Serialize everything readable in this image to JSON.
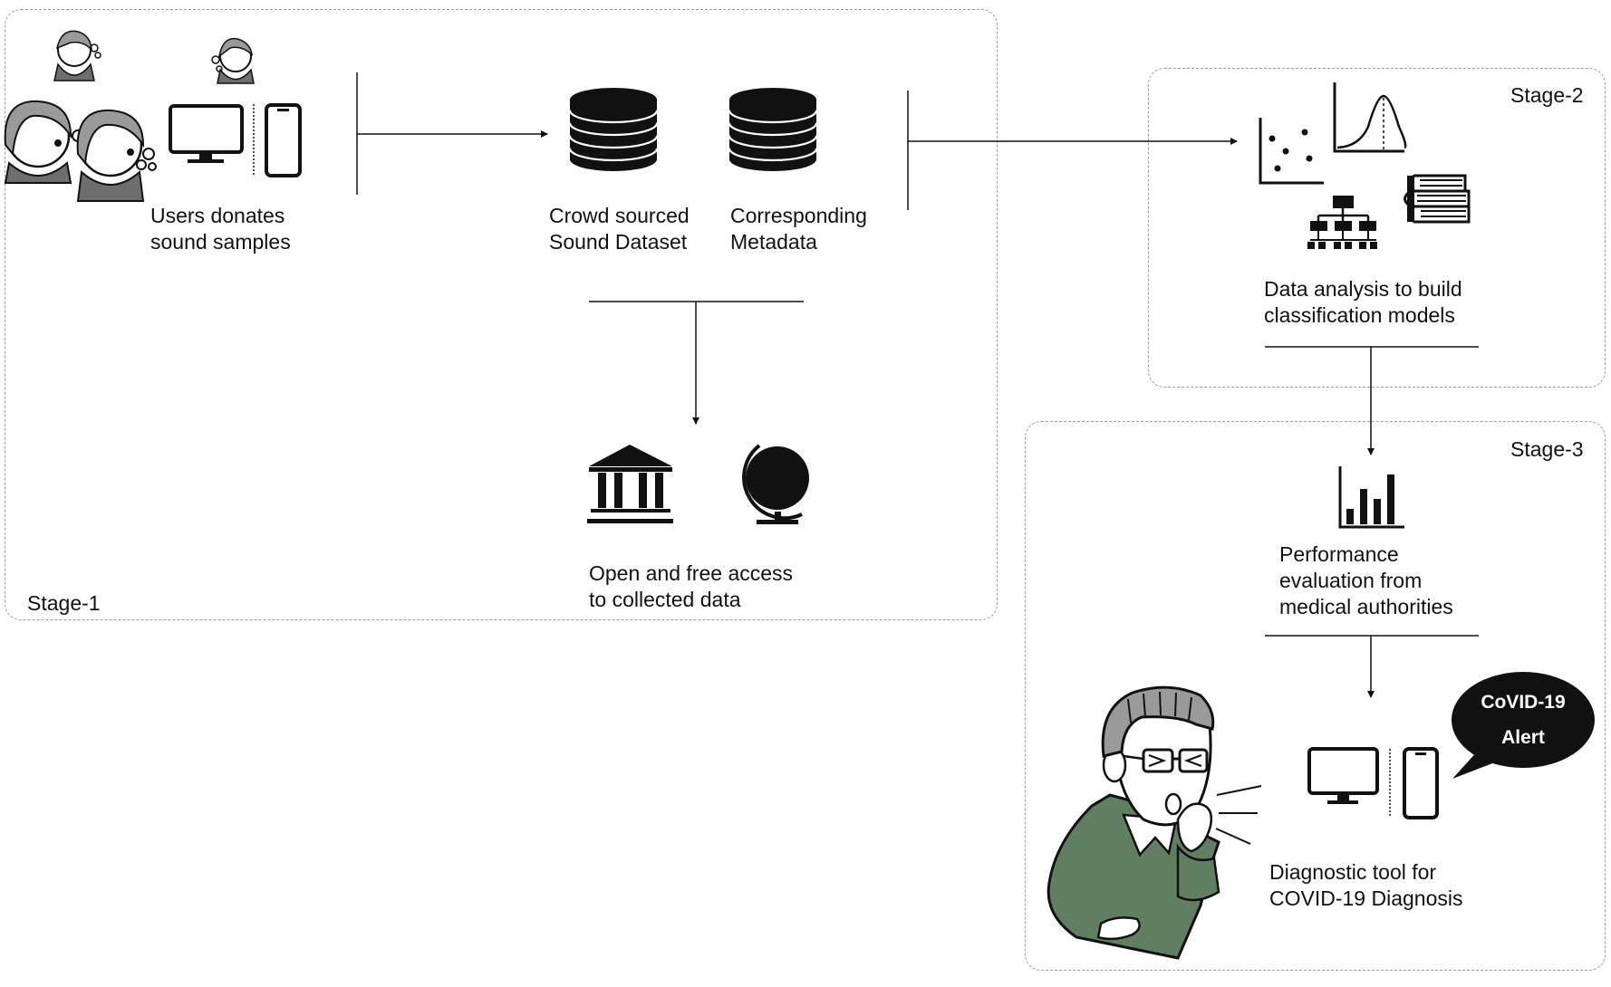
{
  "stages": {
    "stage1": "Stage-1",
    "stage2": "Stage-2",
    "stage3": "Stage-3"
  },
  "labels": {
    "users": "Users donates\nsound samples",
    "dataset": "Crowd sourced\nSound Dataset",
    "metadata": "Corresponding\nMetadata",
    "open_access": "Open and free access\nto collected data",
    "analysis": "Data analysis to build\nclassification models",
    "performance": "Performance\nevaluation from\nmedical authorities",
    "diagnostic": "Diagnostic tool for\nCOVID-19 Diagnosis"
  },
  "alert": {
    "line1": "CoVID-19",
    "line2": "Alert"
  },
  "colors": {
    "border": "#9a9a9a",
    "icon": "#111111",
    "shirt_green": "#5f7f60",
    "hair_gray": "#9a9a9a"
  }
}
